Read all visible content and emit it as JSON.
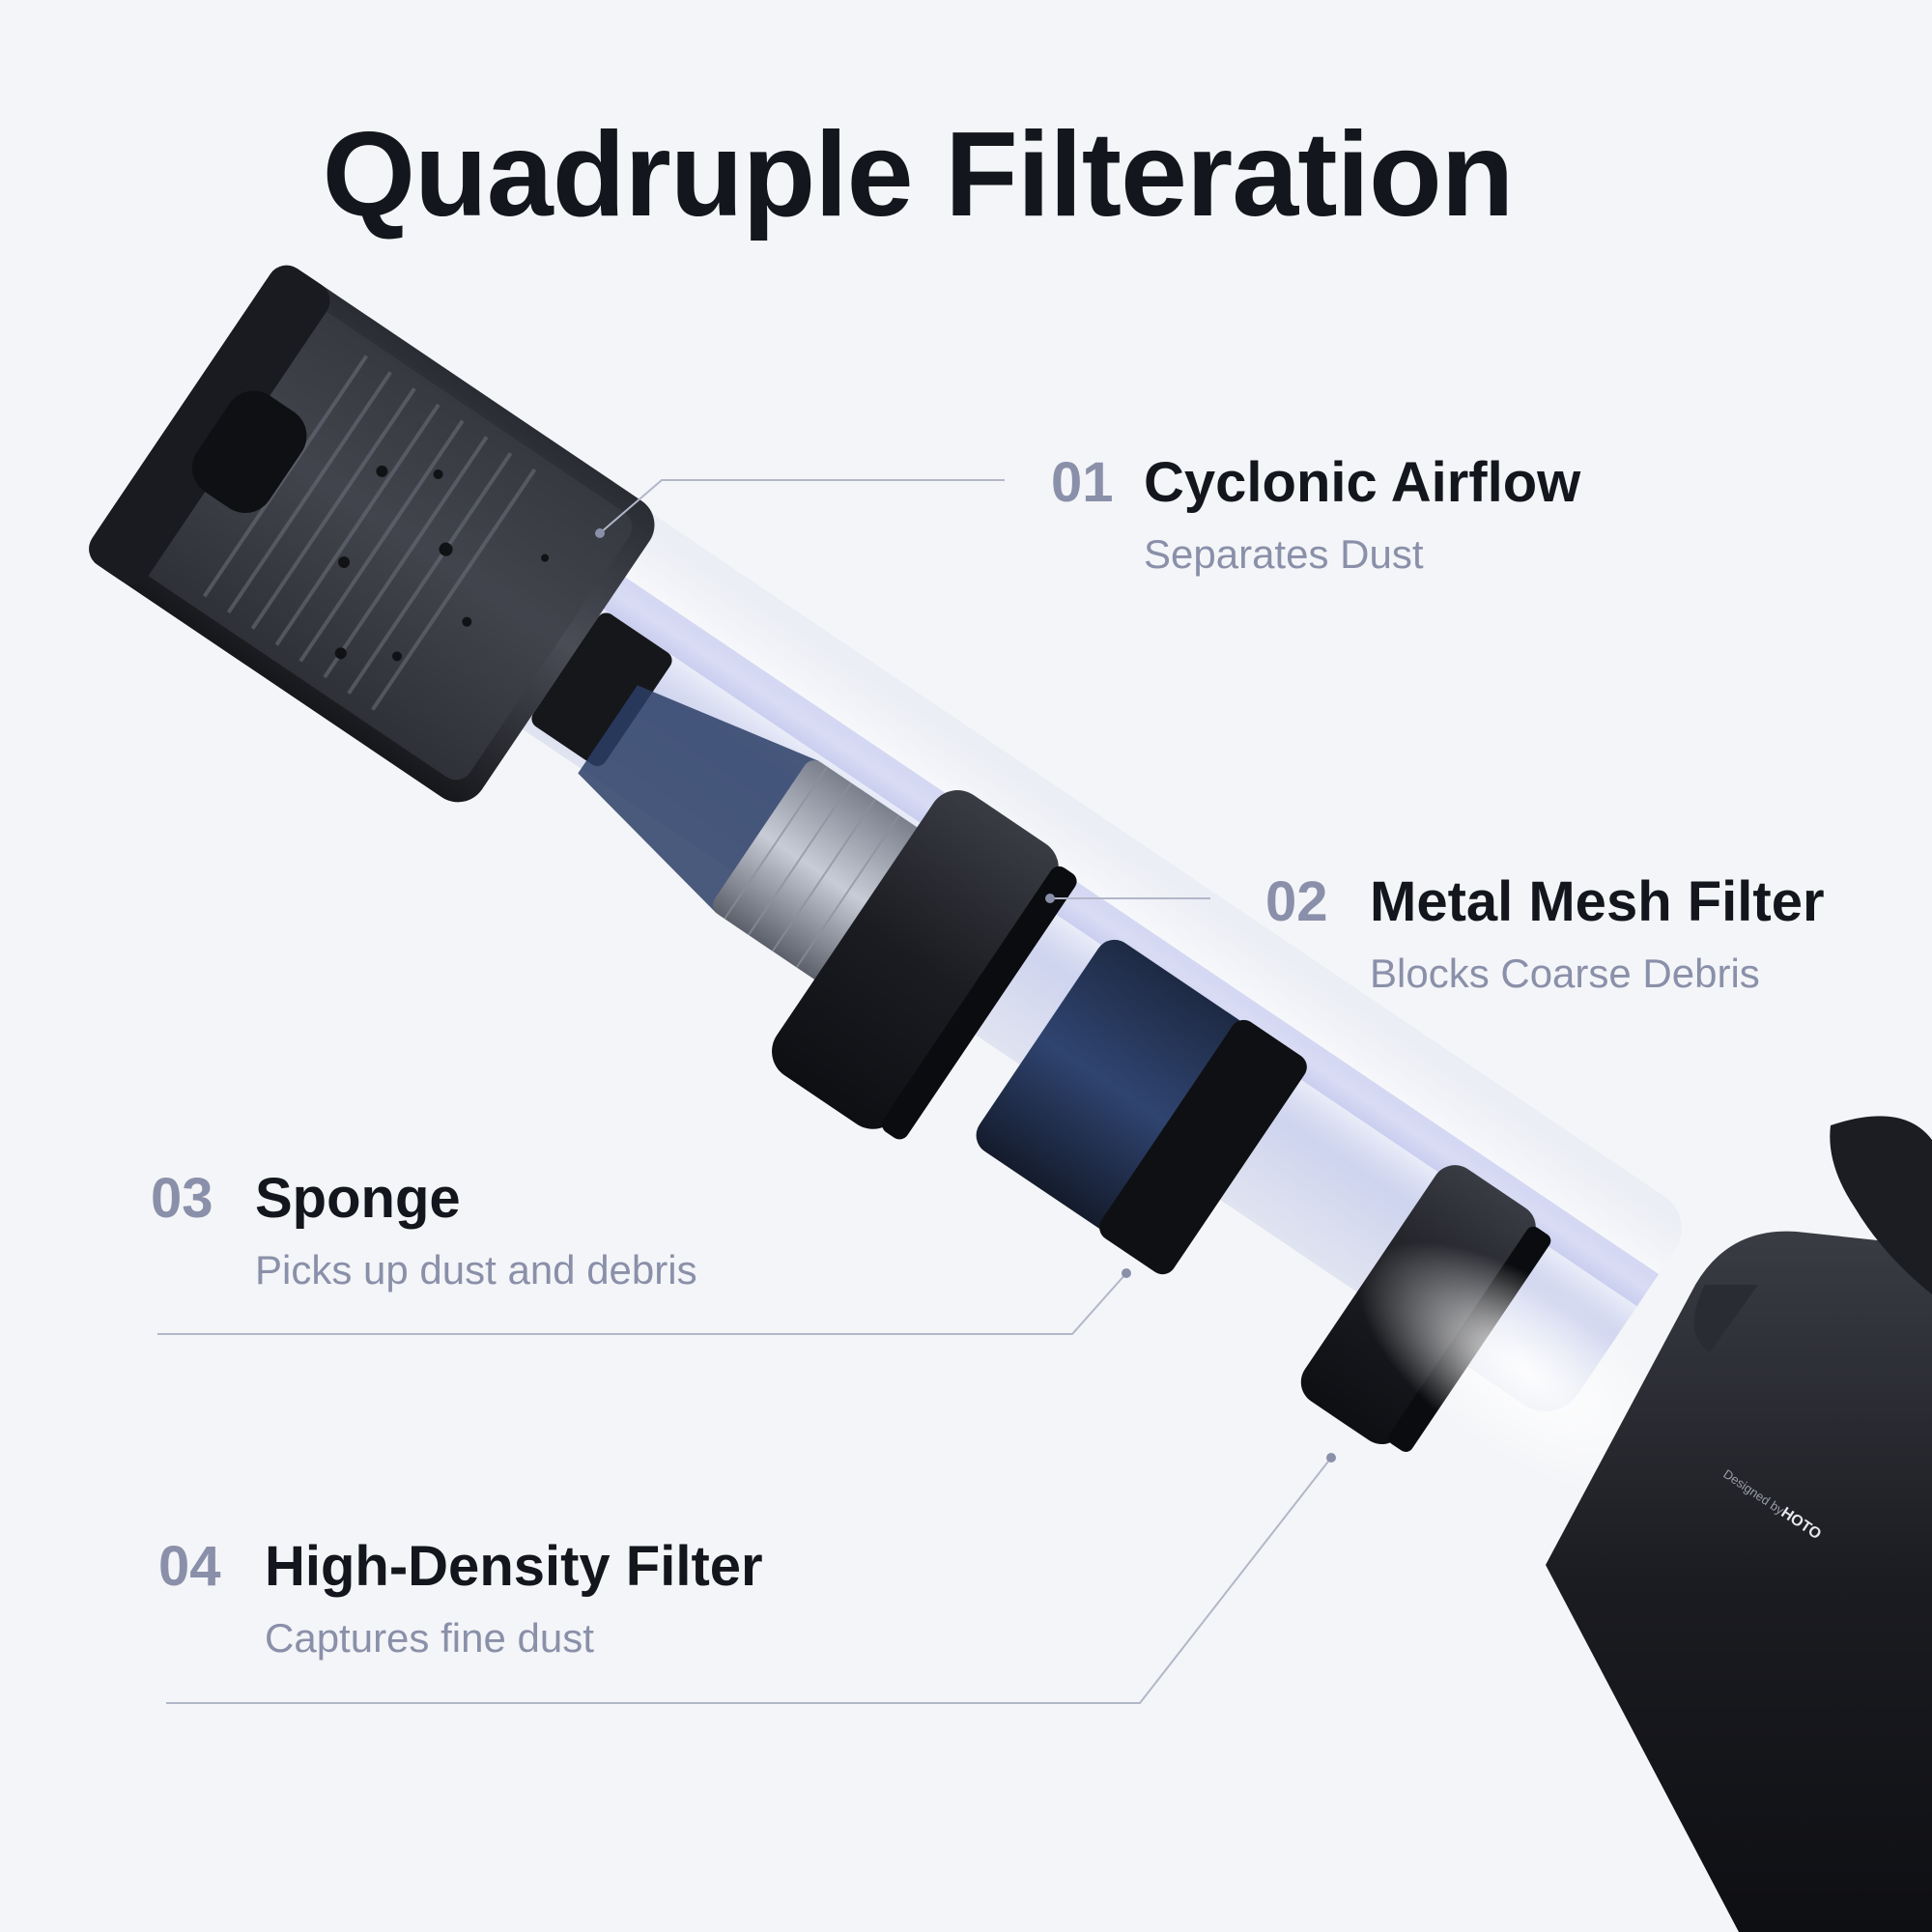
{
  "title": "Quadruple Filteration",
  "callouts": [
    {
      "number": "01",
      "name": "Cyclonic Airflow",
      "description": "Separates Dust"
    },
    {
      "number": "02",
      "name": "Metal Mesh Filter",
      "description": "Blocks Coarse Debris"
    },
    {
      "number": "03",
      "name": "Sponge",
      "description": "Picks up dust and debris"
    },
    {
      "number": "04",
      "name": "High-Density Filter",
      "description": "Captures fine dust"
    }
  ],
  "product": {
    "brand_mark": "Designed by HOTO"
  },
  "colors": {
    "background": "#f4f5f8",
    "title": "#14161d",
    "accent_gray": "#8a90a9",
    "device_black": "#1c1d22",
    "airflow_blue": "#5a6ad8"
  }
}
